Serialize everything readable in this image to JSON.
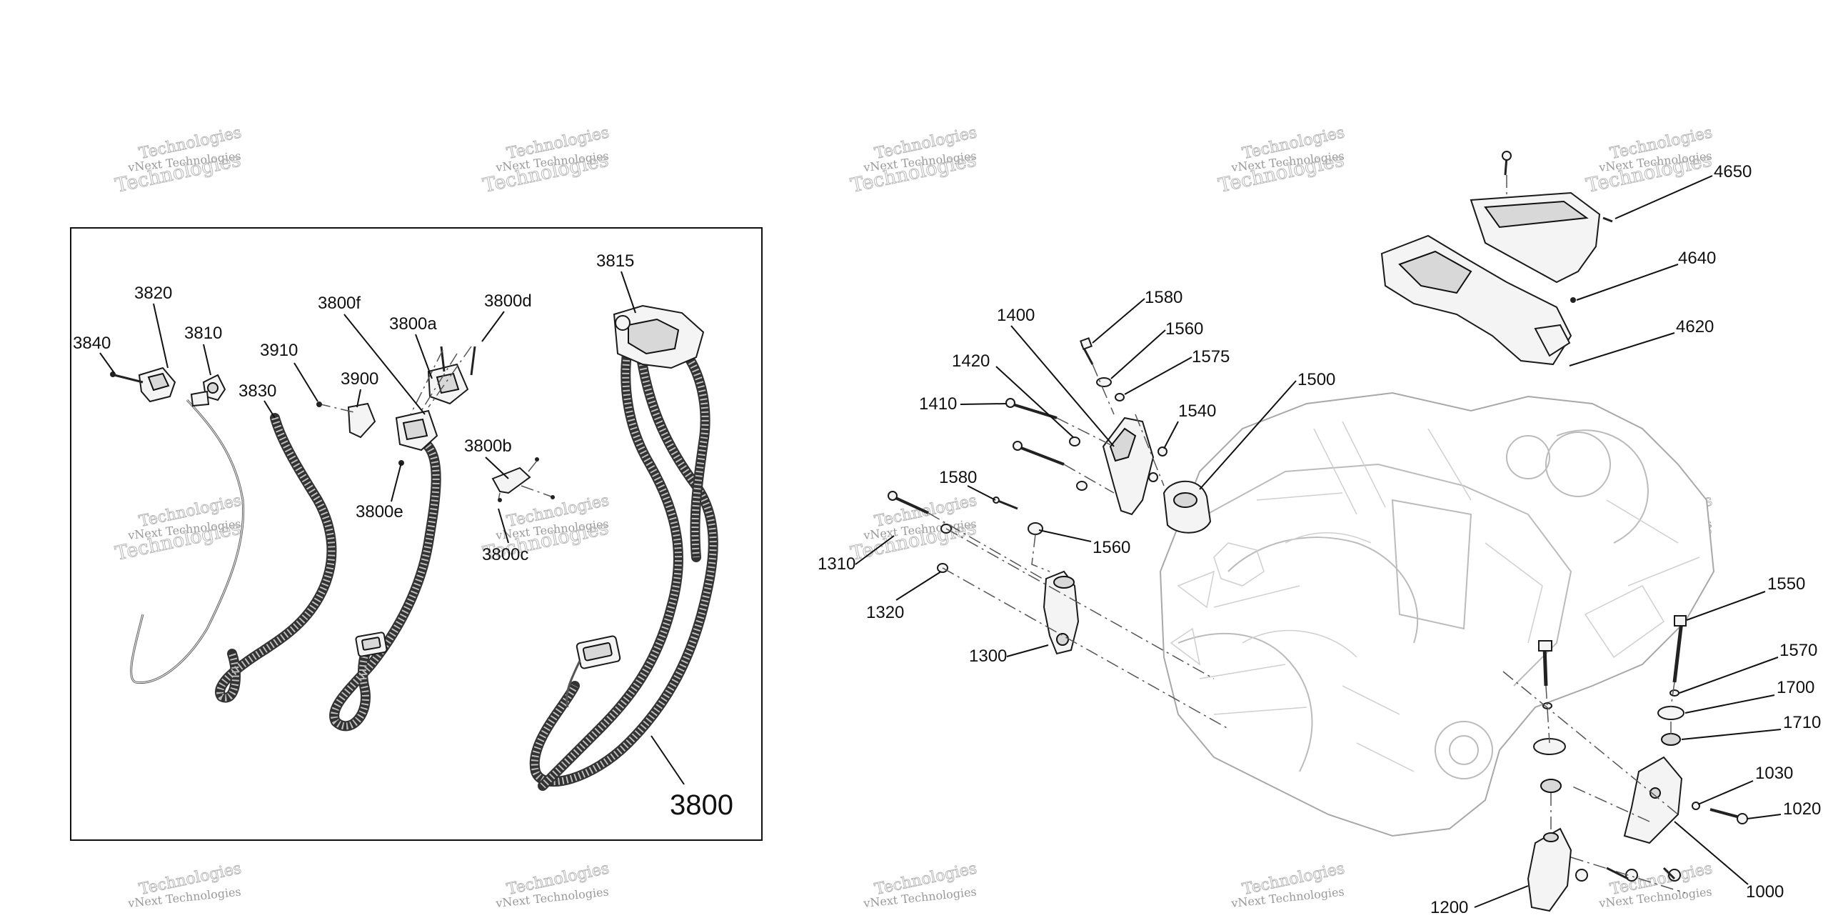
{
  "watermark": {
    "line1": "vNext Technologies",
    "line2": "Technologies"
  },
  "inset": {
    "callouts": {
      "c3820": "3820",
      "c3840": "3840",
      "c3810": "3810",
      "c3910": "3910",
      "c3830": "3830",
      "c3900": "3900",
      "c3800f": "3800f",
      "c3800a": "3800a",
      "c3800d": "3800d",
      "c3815": "3815",
      "c3800b": "3800b",
      "c3800e": "3800e",
      "c3800c": "3800c",
      "c3800": "3800"
    }
  },
  "main": {
    "callouts": {
      "c1580a": "1580",
      "c1560a": "1560",
      "c1400": "1400",
      "c1575": "1575",
      "c1420": "1420",
      "c1500": "1500",
      "c1410": "1410",
      "c1540": "1540",
      "c1580b": "1580",
      "c1560b": "1560",
      "c1310": "1310",
      "c1320": "1320",
      "c1300": "1300",
      "c4650": "4650",
      "c4640": "4640",
      "c4620": "4620",
      "c1550": "1550",
      "c1570": "1570",
      "c1700": "1700",
      "c1710": "1710",
      "c1030": "1030",
      "c1020": "1020",
      "c1000": "1000",
      "c1200": "1200"
    }
  }
}
